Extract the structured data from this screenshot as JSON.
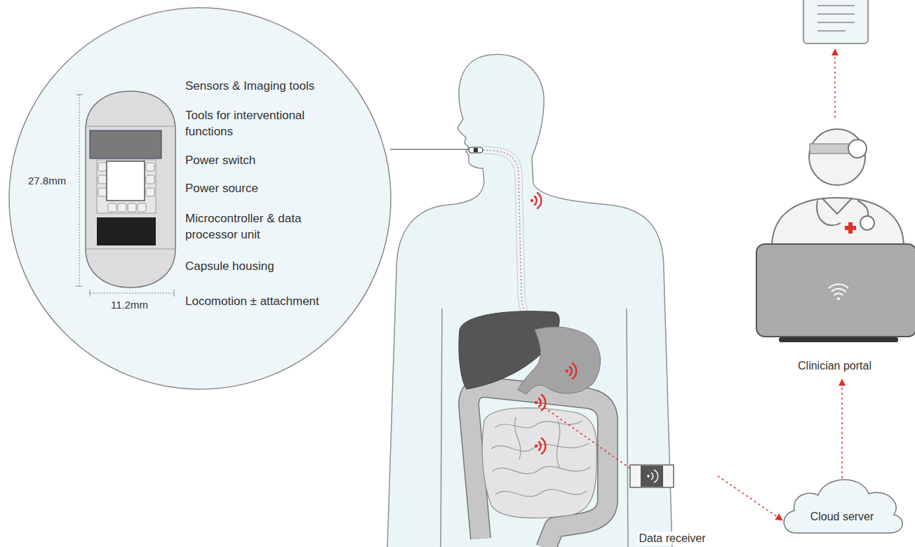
{
  "diagram": {
    "nodes": [
      {
        "text": [
          "Data receiver"
        ]
      },
      {
        "text": [
          "Cloud server"
        ]
      },
      {
        "text": [
          "Clinician portal"
        ]
      }
    ],
    "edges": [
      {
        "from": 0,
        "to": 1,
        "arrow": "to"
      },
      {
        "from": 1,
        "to": 2,
        "arrow": "to"
      }
    ],
    "labels": [
      "Sensors & Imaging tools",
      "Tools for interventional functions",
      "Power switch",
      "Power source",
      "Microcontroller & data processor unit",
      "Capsule housing",
      "Locomotion ± attachment",
      "27.8mm",
      "11.2mm"
    ]
  }
}
